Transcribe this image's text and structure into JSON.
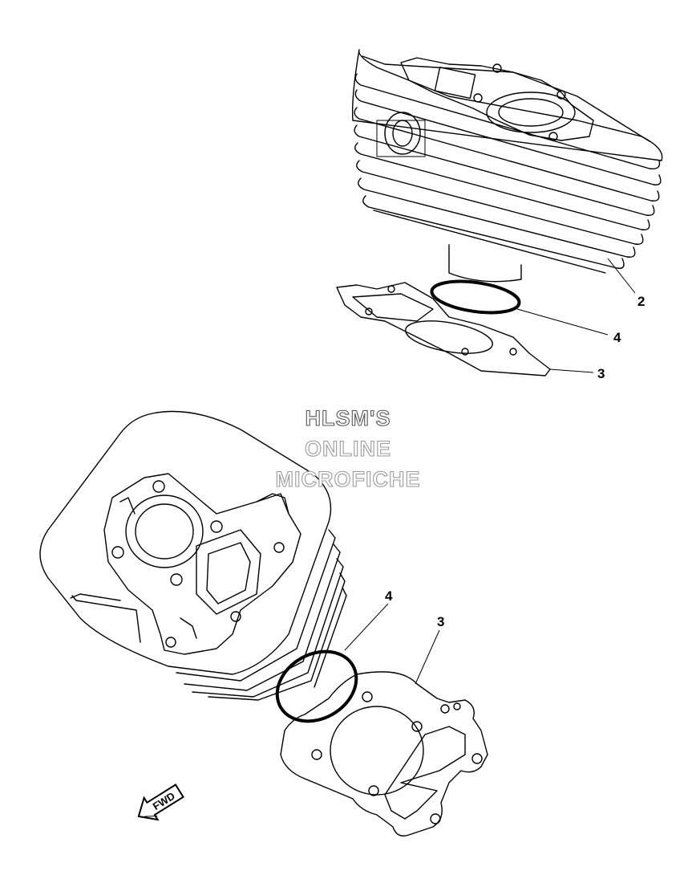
{
  "watermark": {
    "line1": "HLSM'S",
    "line2": "ONLINE",
    "line3": "MICROFICHE"
  },
  "callouts": {
    "top_cylinder": "2",
    "top_o_ring": "4",
    "top_gasket": "3",
    "bottom_o_ring": "4",
    "bottom_gasket": "3"
  },
  "fwd_arrow": {
    "label": "FWD"
  }
}
